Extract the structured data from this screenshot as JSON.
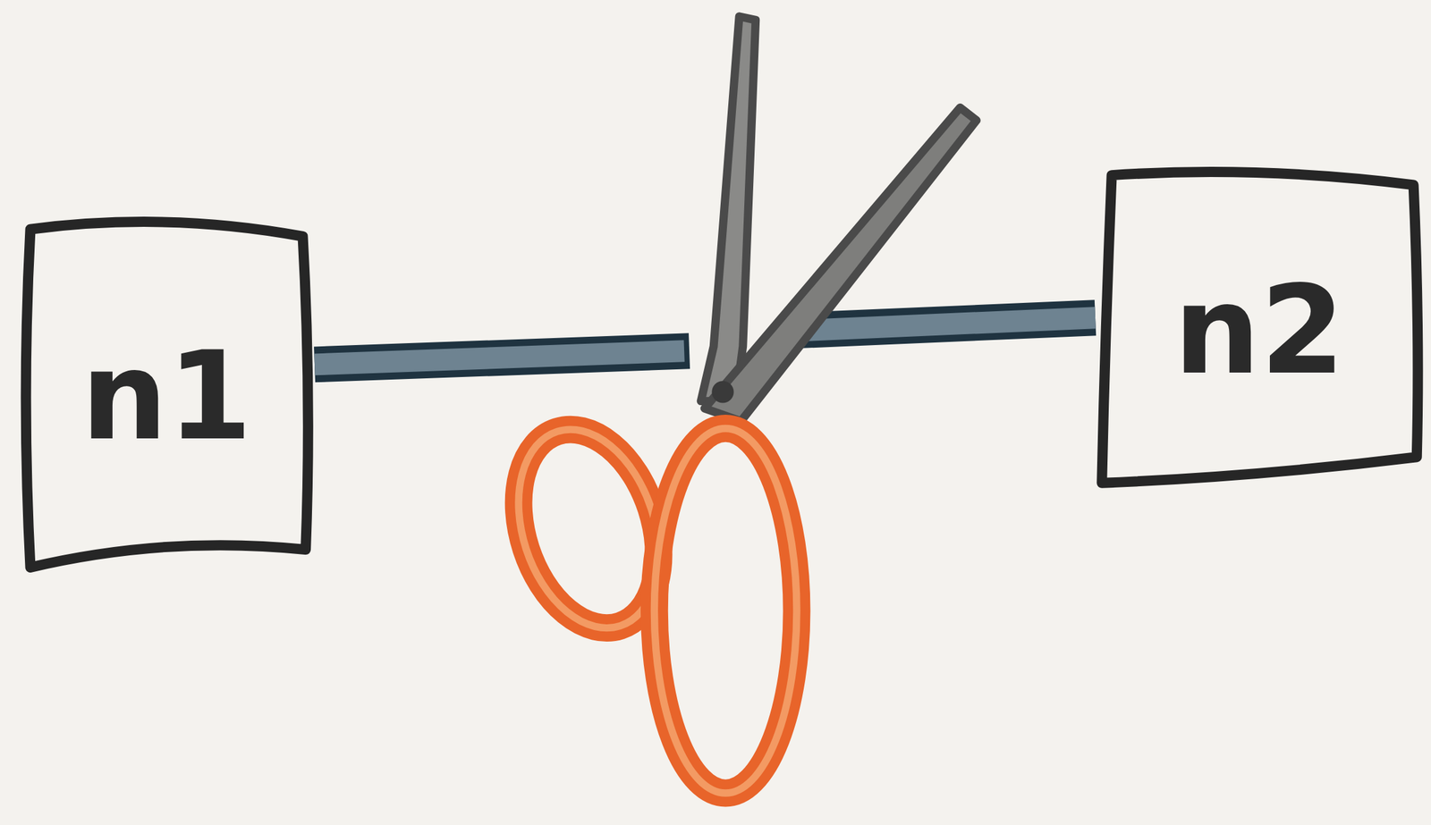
{
  "diagram": {
    "nodes": [
      {
        "text": [
          "n1"
        ]
      },
      {
        "text": [
          "n2"
        ]
      }
    ],
    "edges": [
      {
        "from": 0,
        "to": 1,
        "arrow": "none"
      }
    ]
  }
}
